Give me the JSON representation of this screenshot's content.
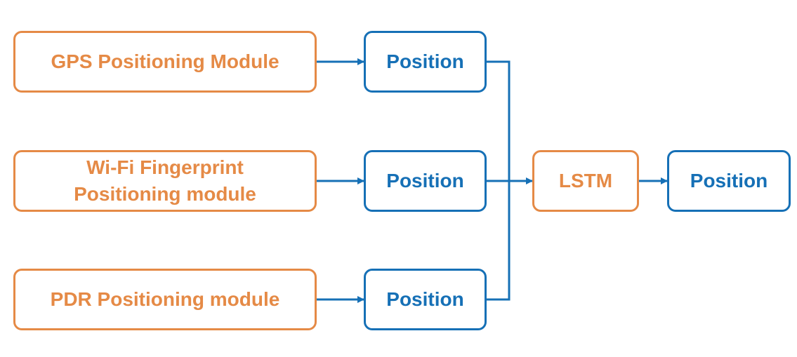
{
  "colors": {
    "module": "#E58A46",
    "position": "#1670B6",
    "connector": "#1670B6"
  },
  "modules": [
    {
      "lines": [
        "GPS Positioning Module"
      ]
    },
    {
      "lines": [
        "Wi-Fi Fingerprint",
        "Positioning module"
      ]
    },
    {
      "lines": [
        "PDR Positioning module"
      ]
    }
  ],
  "positions": [
    "Position",
    "Position",
    "Position"
  ],
  "fusion": {
    "label": "LSTM"
  },
  "output": {
    "label": "Position"
  }
}
